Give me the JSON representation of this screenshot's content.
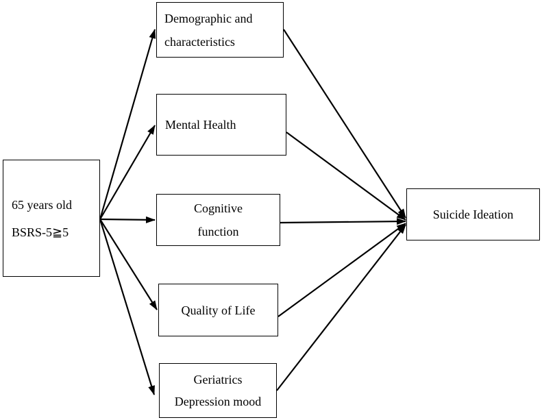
{
  "diagram": {
    "source": {
      "lines": [
        "65 years old",
        "BSRS-5≧5"
      ]
    },
    "factors": [
      {
        "id": "demographic",
        "lines": [
          "Demographic and",
          "characteristics"
        ]
      },
      {
        "id": "mental-health",
        "lines": [
          "Mental Health"
        ]
      },
      {
        "id": "cognitive-function",
        "lines": [
          "Cognitive",
          "function"
        ]
      },
      {
        "id": "quality-of-life",
        "lines": [
          "Quality of Life"
        ]
      },
      {
        "id": "geriatrics-depression",
        "lines": [
          "Geriatrics",
          "Depression mood"
        ]
      }
    ],
    "target": {
      "lines": [
        "Suicide Ideation"
      ]
    }
  }
}
